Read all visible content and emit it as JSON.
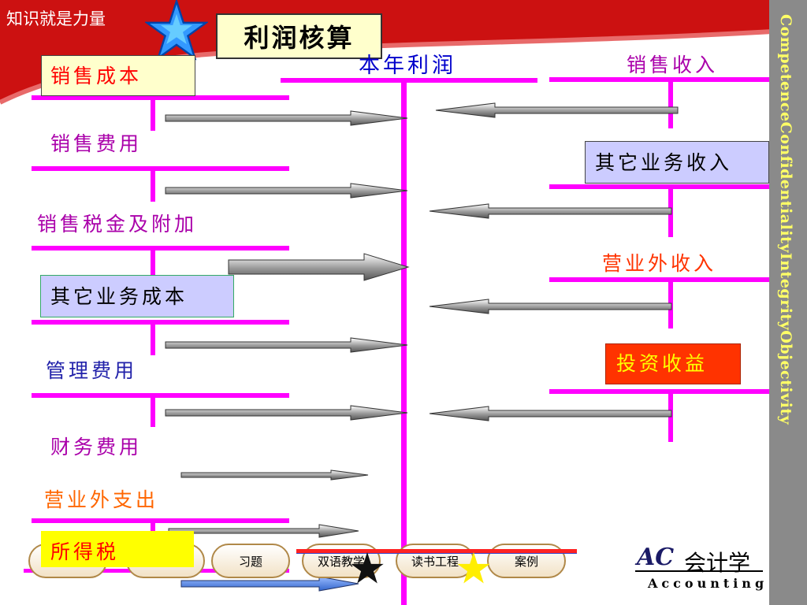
{
  "header": {
    "slogan": "知识就是力量",
    "title": "利润核算"
  },
  "center": {
    "label": "本年利润"
  },
  "left_items": [
    {
      "label": "销售成本",
      "color": "#ff0000"
    },
    {
      "label": "销售费用",
      "color": "#aa00aa"
    },
    {
      "label": "销售税金及附加",
      "color": "#aa00aa"
    },
    {
      "label": "其它业务成本",
      "color": "#000000"
    },
    {
      "label": "管理费用",
      "color": "#2222aa"
    },
    {
      "label": "财务费用",
      "color": "#aa00aa"
    },
    {
      "label": "营业外支出",
      "color": "#ff6600"
    },
    {
      "label": "所得税",
      "color": "#ff0000"
    }
  ],
  "right_items": [
    {
      "label": "销售收入",
      "color": "#aa00aa"
    },
    {
      "label": "其它业务收入",
      "color": "#000000"
    },
    {
      "label": "营业外收入",
      "color": "#ff3300"
    },
    {
      "label": "投资收益",
      "color": "#ffff00"
    }
  ],
  "sidebar": {
    "text": "CompetenceConfidentialityIntegrityObjectivity"
  },
  "nav": {
    "tabs": [
      "习题",
      "双语教学",
      "读书工程",
      "案例"
    ]
  },
  "brand": {
    "logo": "AC",
    "name": "会计学",
    "sub": "Accounting"
  },
  "colors": {
    "magenta": "#ff00ff",
    "red_band": "#cc1111",
    "sidebar": "#8a8a8a"
  }
}
